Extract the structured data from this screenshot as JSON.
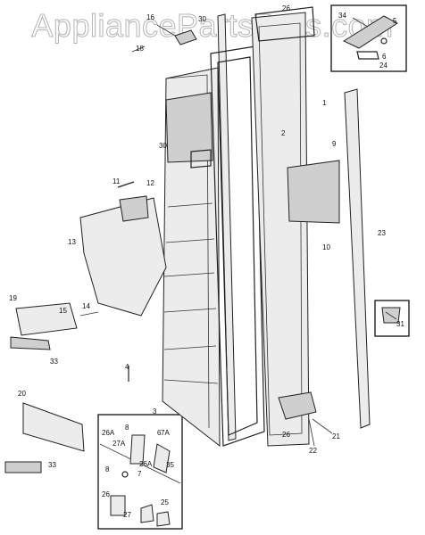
{
  "watermark": "AppliancePartsPros.com",
  "callouts": [
    {
      "id": "c1",
      "text": "1"
    },
    {
      "id": "c2",
      "text": "2"
    },
    {
      "id": "c3",
      "text": "3"
    },
    {
      "id": "c4",
      "text": "4"
    },
    {
      "id": "c5",
      "text": "5"
    },
    {
      "id": "c6a",
      "text": "6"
    },
    {
      "id": "c6b",
      "text": "6"
    },
    {
      "id": "c7",
      "text": "7"
    },
    {
      "id": "c7a",
      "text": "7A"
    },
    {
      "id": "c8a",
      "text": "8"
    },
    {
      "id": "c8b",
      "text": "8"
    },
    {
      "id": "c9",
      "text": "9"
    },
    {
      "id": "c10",
      "text": "10"
    },
    {
      "id": "c11",
      "text": "11"
    },
    {
      "id": "c12",
      "text": "12"
    },
    {
      "id": "c13",
      "text": "13"
    },
    {
      "id": "c14",
      "text": "14"
    },
    {
      "id": "c15",
      "text": "15"
    },
    {
      "id": "c16",
      "text": "16"
    },
    {
      "id": "c18",
      "text": "18"
    },
    {
      "id": "c19",
      "text": "19"
    },
    {
      "id": "c20",
      "text": "20"
    },
    {
      "id": "c21",
      "text": "21"
    },
    {
      "id": "c22",
      "text": "22"
    },
    {
      "id": "c23",
      "text": "23"
    },
    {
      "id": "c24",
      "text": "24"
    },
    {
      "id": "c25",
      "text": "25"
    },
    {
      "id": "c26a",
      "text": "26"
    },
    {
      "id": "c26b",
      "text": "26"
    },
    {
      "id": "c26c",
      "text": "26"
    },
    {
      "id": "c26d",
      "text": "26A"
    },
    {
      "id": "c26e",
      "text": "26A"
    },
    {
      "id": "c27a",
      "text": "27"
    },
    {
      "id": "c27b",
      "text": "27A"
    },
    {
      "id": "c30a",
      "text": "30"
    },
    {
      "id": "c30b",
      "text": "30"
    },
    {
      "id": "c31",
      "text": "31"
    },
    {
      "id": "c33a",
      "text": "33"
    },
    {
      "id": "c33b",
      "text": "33"
    },
    {
      "id": "c34",
      "text": "34"
    },
    {
      "id": "c35",
      "text": "35"
    }
  ]
}
